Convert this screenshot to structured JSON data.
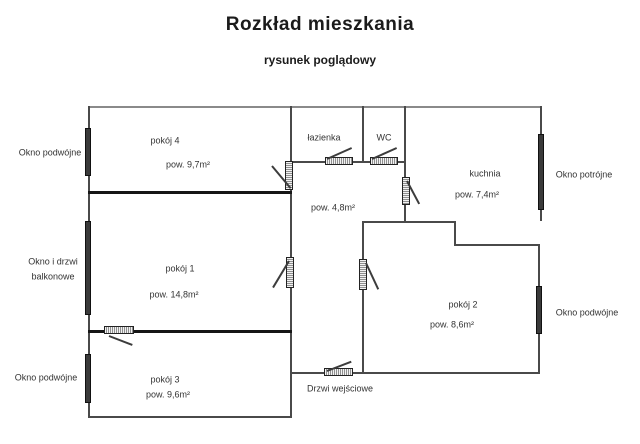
{
  "title": "Rozkład mieszkania",
  "subtitle": "rysunek poglądowy",
  "rooms": {
    "pokoj4": {
      "name": "pokój 4",
      "area": "pow. 9,7m²"
    },
    "lazienka": {
      "name": "łazienka"
    },
    "wc": {
      "name": "WC"
    },
    "kuchnia": {
      "name": "kuchnia",
      "area": "pow. 7,4m²"
    },
    "przedpokoj": {
      "area": "pow. 4,8m²"
    },
    "pokoj1": {
      "name": "pokój 1",
      "area": "pow. 14,8m²"
    },
    "pokoj2": {
      "name": "pokój 2",
      "area": "pow. 8,6m²"
    },
    "pokoj3": {
      "name": "pokój 3",
      "area": "pow. 9,6m²"
    }
  },
  "exterior_labels": {
    "left_top_window": "Okno podwójne",
    "left_middle_window_line1": "Okno i drzwi",
    "left_middle_window_line2": "balkonowe",
    "left_bottom_window": "Okno podwójne",
    "right_top_window": "Okno potrójne",
    "right_bottom_window": "Okno podwójne",
    "entrance_door": "Drzwi wejściowe"
  },
  "colors": {
    "wall": "#4a4a4a",
    "thick_wall": "#161616",
    "window_bar": "#3a3a3a",
    "text": "#333333"
  }
}
